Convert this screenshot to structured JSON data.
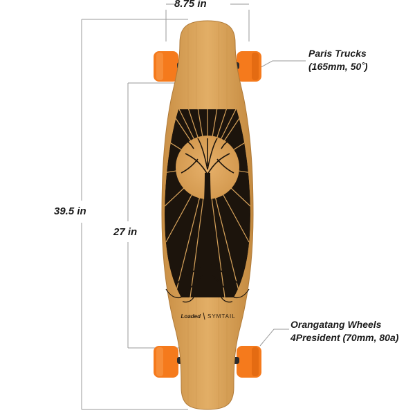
{
  "dimensions": {
    "width": "8.75 in",
    "total_length": "39.5 in",
    "wheelbase": "27 in"
  },
  "callouts": {
    "trucks_line1": "Paris Trucks",
    "trucks_line2": "(165mm, 50˚)",
    "wheels_line1": "Orangatang Wheels",
    "wheels_line2": "4President (70mm, 80a)"
  },
  "deck": {
    "brand": "Loaded",
    "model": "SYMTAIL"
  },
  "colors": {
    "wood": "#d9a45c",
    "wood_dark": "#b9823c",
    "artwork": "#1c140c",
    "wheel": "#f57a1c",
    "truck": "#2b2b2b",
    "dimension_line": "#999999"
  }
}
